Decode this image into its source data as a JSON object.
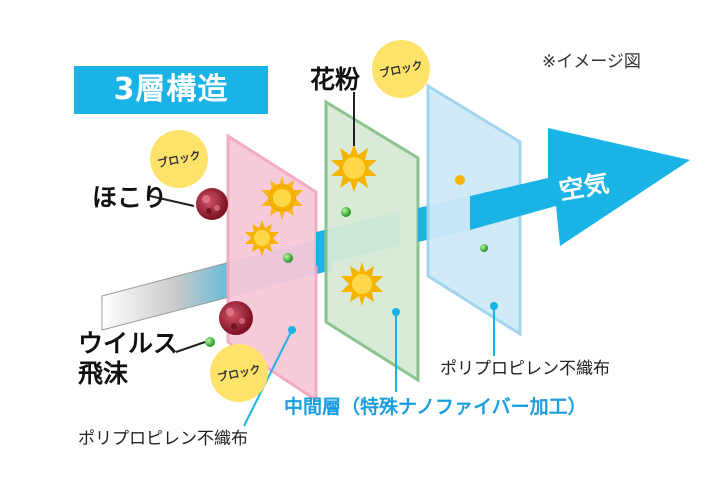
{
  "title": "3層構造",
  "note": "※イメージ図",
  "labels": {
    "dust": "ほこり",
    "pollen": "花粉",
    "virus_line1": "ウイルス",
    "virus_line2": "飛沫",
    "air": "空気"
  },
  "block_badges": [
    "ブロック",
    "ブロック",
    "ブロック"
  ],
  "layers": {
    "left": "ポリプロピレン不織布",
    "middle": "中間層（特殊ナノファイバー加工）",
    "right": "ポリプロピレン不織布"
  },
  "colors": {
    "title_bg": "#1ab3e6",
    "arrow": "#1ab3e6",
    "layer_left": "#f7c9d9",
    "layer_middle": "#d7ead6",
    "layer_right": "#cfe9f8",
    "badge": "#ffe26a",
    "middle_text": "#1a9ee0"
  }
}
